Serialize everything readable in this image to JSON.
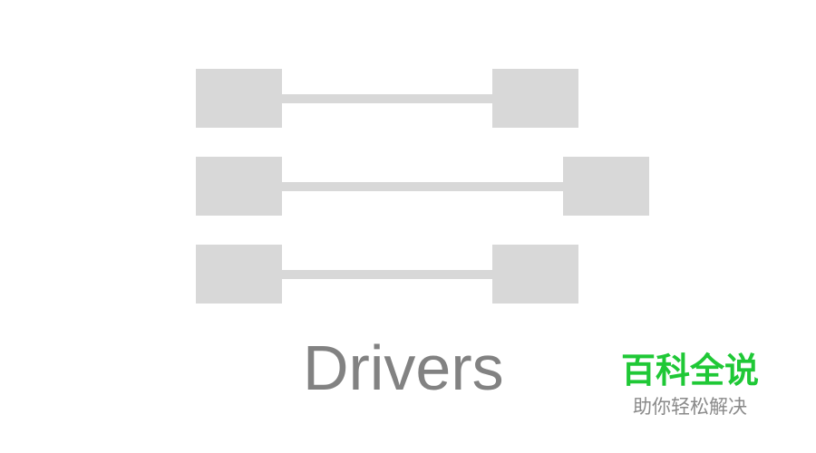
{
  "diagram": {
    "title": "Drivers",
    "colors": {
      "shape": "#d8d8d8",
      "title_text": "#828282",
      "background": "#ffffff"
    },
    "rows": [
      {
        "label": "row-1",
        "left_node": "node-1a",
        "right_node": "node-1b",
        "connector": "short"
      },
      {
        "label": "row-2",
        "left_node": "node-2a",
        "right_node": "node-2b",
        "connector": "long"
      },
      {
        "label": "row-3",
        "left_node": "node-3a",
        "right_node": "node-3b",
        "connector": "short"
      }
    ]
  },
  "watermark": {
    "title": "百科全说",
    "subtitle": "助你轻松解决",
    "colors": {
      "title": "#1fc836",
      "subtitle": "#8a8a8a"
    }
  }
}
